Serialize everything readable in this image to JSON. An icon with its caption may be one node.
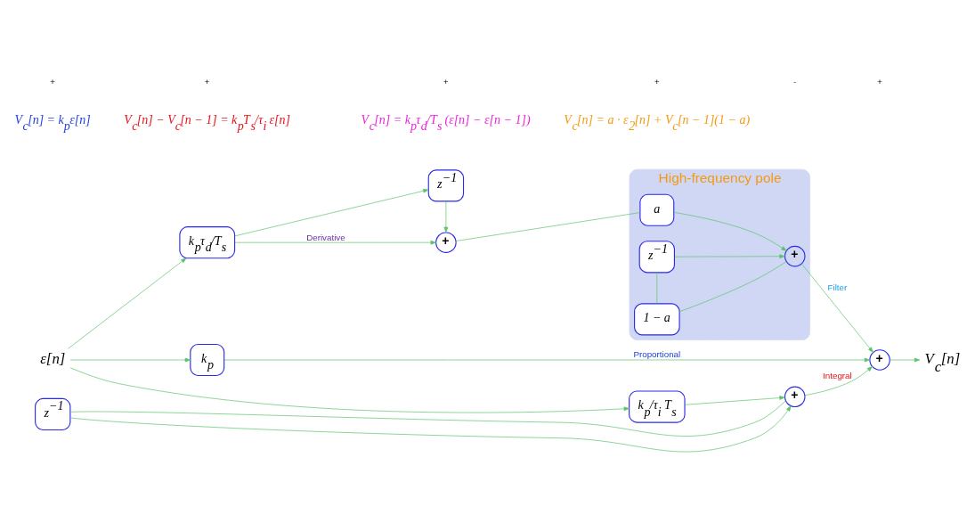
{
  "diagram": {
    "nodes": [
      {
        "text": [
          "ε[n]"
        ]
      },
      {
        "text": [
          "k$_{p}$"
        ]
      },
      {
        "text": [
          "k$_{p}$/τ$_{i}$ T$_{s}$"
        ]
      },
      {
        "text": [
          "+"
        ]
      },
      {
        "text": [
          "z$^{−1}$"
        ]
      },
      {
        "text": [
          "k$_{p}$τ$_{d}$/T$_{s}$"
        ]
      },
      {
        "text": [
          "+"
        ]
      },
      {
        "text": [
          "z$^{−1}$"
        ]
      },
      {
        "text": [
          "High-frequency pole"
        ]
      },
      {
        "text": [
          "a"
        ],
        "in": 8
      },
      {
        "text": [
          "+"
        ],
        "in": 8
      },
      {
        "text": [
          "z$^{−1}$"
        ],
        "in": 8
      },
      {
        "text": [
          "1 − a"
        ],
        "in": 8
      },
      {
        "text": [
          "+"
        ]
      },
      {
        "text": [
          "V$_{c}$[n]"
        ]
      }
    ],
    "edges": [
      {
        "from": 0,
        "to": 1,
        "arrow": "to"
      },
      {
        "from": 0,
        "to": 2,
        "arrow": "to"
      },
      {
        "from": 0,
        "to": 5,
        "arrow": "to"
      },
      {
        "from": 1,
        "to": 13,
        "arrow": "to",
        "label": "Proportional"
      },
      {
        "from": 2,
        "to": 3,
        "arrow": "to"
      },
      {
        "from": 3,
        "to": 13,
        "arrow": "to",
        "label": "Integral"
      },
      {
        "from": 3,
        "to": 4,
        "arrow": "none"
      },
      {
        "from": 4,
        "to": 3,
        "arrow": "to"
      },
      {
        "from": 5,
        "to": 6,
        "arrow": "to",
        "label": "Derivative"
      },
      {
        "from": 5,
        "to": 7,
        "arrow": "to"
      },
      {
        "from": 7,
        "to": 6,
        "arrow": "to"
      },
      {
        "from": 6,
        "to": 9,
        "arrow": "none"
      },
      {
        "from": 9,
        "to": 10,
        "arrow": "to"
      },
      {
        "from": 10,
        "to": 13,
        "arrow": "to",
        "label": "Filter"
      },
      {
        "from": 10,
        "to": 12,
        "arrow": "none"
      },
      {
        "from": 12,
        "to": 11,
        "arrow": "none"
      },
      {
        "from": 11,
        "to": 10,
        "arrow": "to"
      },
      {
        "from": 13,
        "to": 14,
        "arrow": "to"
      }
    ],
    "labels": [
      "V$_{c}$[n] = k$_{p}$ε[n]",
      "V$_{c}$[n] − V$_{c}$[n − 1] = k$_{p}$T$_{s}$/τ$_{i}$ ε[n]",
      "+",
      "+",
      "+",
      "+",
      "-",
      "+",
      "V$_{c}$[n] = k$_{p}$τ$_{d}$/T$_{s}$ (ε[n] − ε[n − 1])",
      "V$_{c}$[n] = a · ε$_{2}$[n] + V$_{c}$[n − 1](1 − a)"
    ]
  }
}
